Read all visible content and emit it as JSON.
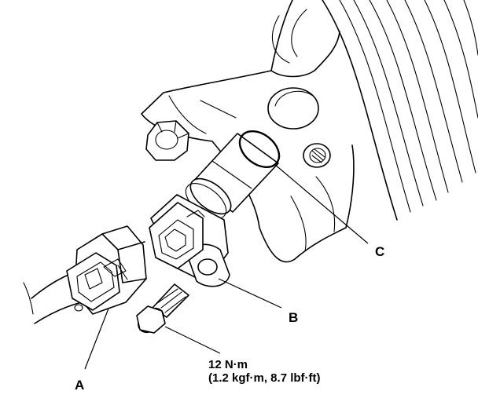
{
  "callouts": {
    "a": "A",
    "b": "B",
    "c": "C"
  },
  "torque": {
    "line1": "12 N·m",
    "line2": "(1.2 kgf·m, 8.7 lbf·ft)"
  }
}
